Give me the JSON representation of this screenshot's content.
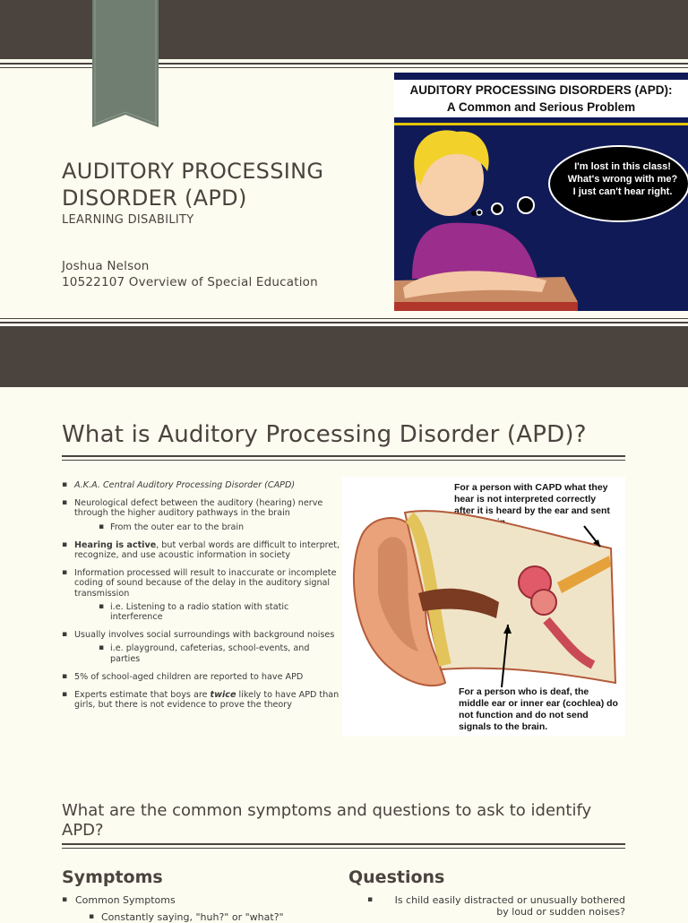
{
  "slide1": {
    "title": "AUDITORY PROCESSING DISORDER (APD)",
    "subtitle": "LEARNING DISABILITY",
    "author": "Joshua Nelson",
    "course": "10522107 Overview of Special Education",
    "image": {
      "title_line1": "AUDITORY PROCESSING DISORDERS (APD):",
      "title_line2": "A Common and Serious Problem",
      "bubble": [
        "I'm lost in this class!",
        "What's wrong with me?",
        "I just can't hear right."
      ]
    }
  },
  "slide2": {
    "title": "What is Auditory Processing Disorder (APD)?",
    "bullets": [
      {
        "text": "A.K.A. Central Auditory Processing Disorder (CAPD)"
      },
      {
        "text": "Neurological defect between the auditory (hearing) nerve through the higher auditory pathways in the brain",
        "sub": "From the outer ear to the brain"
      },
      {
        "bold": "Hearing is active",
        "text": ", but verbal words are difficult to interpret, recognize, and use acoustic information in society"
      },
      {
        "text": "Information processed will result to inaccurate or incomplete coding of sound because of the delay in the auditory signal transmission",
        "sub": "i.e. Listening to a radio station with static interference"
      },
      {
        "text": "Usually involves social surroundings with background noises",
        "sub": "i.e. playground, cafeterias, school-events, and parties"
      },
      {
        "text": "5% of school-aged children are reported to have APD"
      },
      {
        "pre": "Experts estimate that boys are ",
        "em": "twice",
        "post": " likely to have APD than girls, but there is not evidence to prove the theory"
      }
    ],
    "ear_caption_top": "For a person with CAPD what they hear is not interpreted correctly after it is heard by the ear and sent to the brain.",
    "ear_caption_bottom": "For a person who is deaf, the middle ear or inner ear (cochlea) do not function and do not send signals to the brain."
  },
  "slide3": {
    "title": "What are the common symptoms and questions to ask to identify APD?",
    "symptoms_heading": "Symptoms",
    "questions_heading": "Questions",
    "symptoms_item": "Common Symptoms",
    "symptoms_sub": "Constantly saying, \"huh?\" or \"what?\"",
    "questions_item": "Is child easily distracted or unusually bothered by loud or sudden noises?"
  }
}
